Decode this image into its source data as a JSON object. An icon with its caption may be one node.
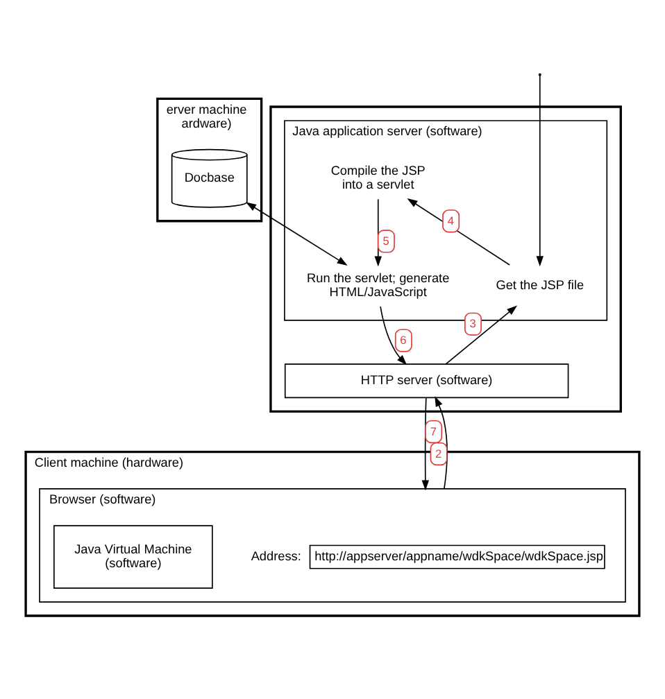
{
  "diagram": {
    "nodes": [
      {
        "text": [],
        "shape": "box"
      },
      {
        "text": [
          "Java application server (software)"
        ],
        "in": 0
      },
      {
        "text": [
          "Compile the JSP into a servlet"
        ],
        "in": 1
      },
      {
        "text": [
          "Run the servlet; generate HTML/JavaScript"
        ],
        "in": 1
      },
      {
        "text": [
          "Get the JSP file"
        ],
        "in": 1
      },
      {
        "text": [
          "HTTP server (software)"
        ],
        "in": 0
      },
      {
        "text": [
          "erver machine ardware)"
        ]
      },
      {
        "text": [
          "Docbase"
        ],
        "in": 6
      },
      {
        "text": [
          "Client machine (hardware)"
        ]
      },
      {
        "text": [
          "Browser (software)"
        ],
        "in": 8
      },
      {
        "text": [
          "http://appserver/appname/wdkSpace/wdkSpace.jsp"
        ],
        "in": 9,
        "beside": [
          "Address:"
        ]
      },
      {
        "text": [
          "Java Virtual Machine (software)"
        ],
        "in": 9
      }
    ],
    "edges": [
      {
        "from": null,
        "to": 4,
        "arrow": "to"
      },
      {
        "from": 4,
        "to": 2,
        "arrow": "to",
        "label": "4"
      },
      {
        "from": 2,
        "to": 3,
        "arrow": "to",
        "label": "5"
      },
      {
        "from": 7,
        "to": 3,
        "arrow": "both"
      },
      {
        "from": 3,
        "to": 5,
        "arrow": "to",
        "label": "6"
      },
      {
        "from": 5,
        "to": 4,
        "arrow": "to",
        "label": "3"
      },
      {
        "from": 5,
        "to": 9,
        "arrow": "to",
        "label": "7"
      },
      {
        "from": 9,
        "to": 5,
        "arrow": "to",
        "label": "2"
      }
    ]
  }
}
